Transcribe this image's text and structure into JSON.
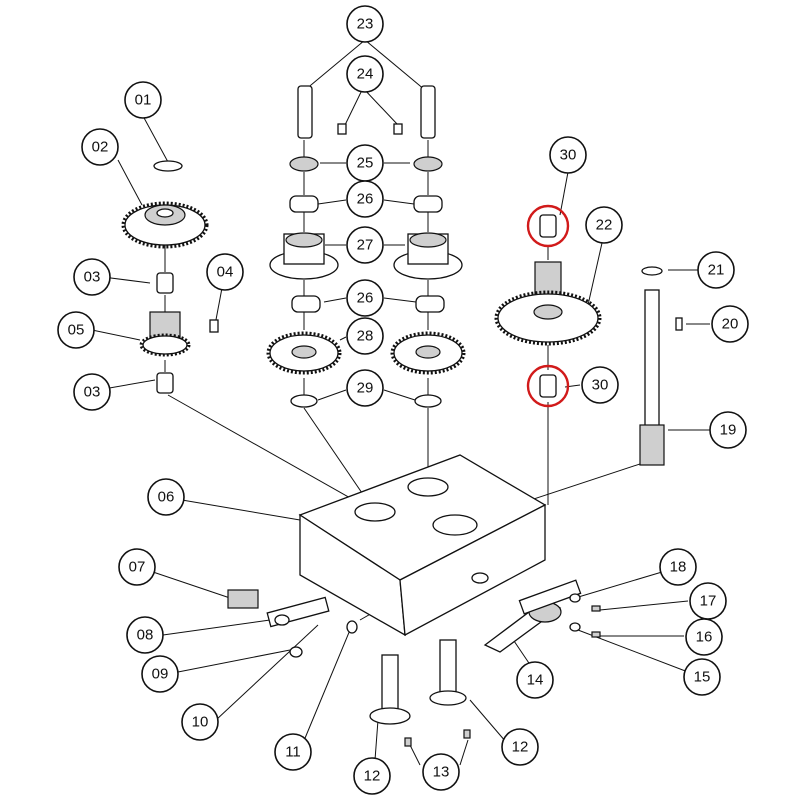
{
  "diagram": {
    "callouts": [
      {
        "id": "c01",
        "label": "01"
      },
      {
        "id": "c02",
        "label": "02"
      },
      {
        "id": "c03a",
        "label": "03"
      },
      {
        "id": "c03b",
        "label": "03"
      },
      {
        "id": "c04",
        "label": "04"
      },
      {
        "id": "c05",
        "label": "05"
      },
      {
        "id": "c06",
        "label": "06"
      },
      {
        "id": "c07",
        "label": "07"
      },
      {
        "id": "c08",
        "label": "08"
      },
      {
        "id": "c09",
        "label": "09"
      },
      {
        "id": "c10",
        "label": "10"
      },
      {
        "id": "c11",
        "label": "11"
      },
      {
        "id": "c12a",
        "label": "12"
      },
      {
        "id": "c12b",
        "label": "12"
      },
      {
        "id": "c13",
        "label": "13"
      },
      {
        "id": "c14",
        "label": "14"
      },
      {
        "id": "c15",
        "label": "15"
      },
      {
        "id": "c16",
        "label": "16"
      },
      {
        "id": "c17",
        "label": "17"
      },
      {
        "id": "c18",
        "label": "18"
      },
      {
        "id": "c19",
        "label": "19"
      },
      {
        "id": "c20",
        "label": "20"
      },
      {
        "id": "c21",
        "label": "21"
      },
      {
        "id": "c22",
        "label": "22"
      },
      {
        "id": "c23",
        "label": "23"
      },
      {
        "id": "c24",
        "label": "24"
      },
      {
        "id": "c25",
        "label": "25"
      },
      {
        "id": "c26a",
        "label": "26"
      },
      {
        "id": "c26b",
        "label": "26"
      },
      {
        "id": "c27",
        "label": "27"
      },
      {
        "id": "c28",
        "label": "28"
      },
      {
        "id": "c29",
        "label": "29"
      },
      {
        "id": "c30a",
        "label": "30"
      },
      {
        "id": "c30b",
        "label": "30"
      }
    ],
    "highlight_color": "#d11a1a",
    "line_color": "#111111"
  }
}
